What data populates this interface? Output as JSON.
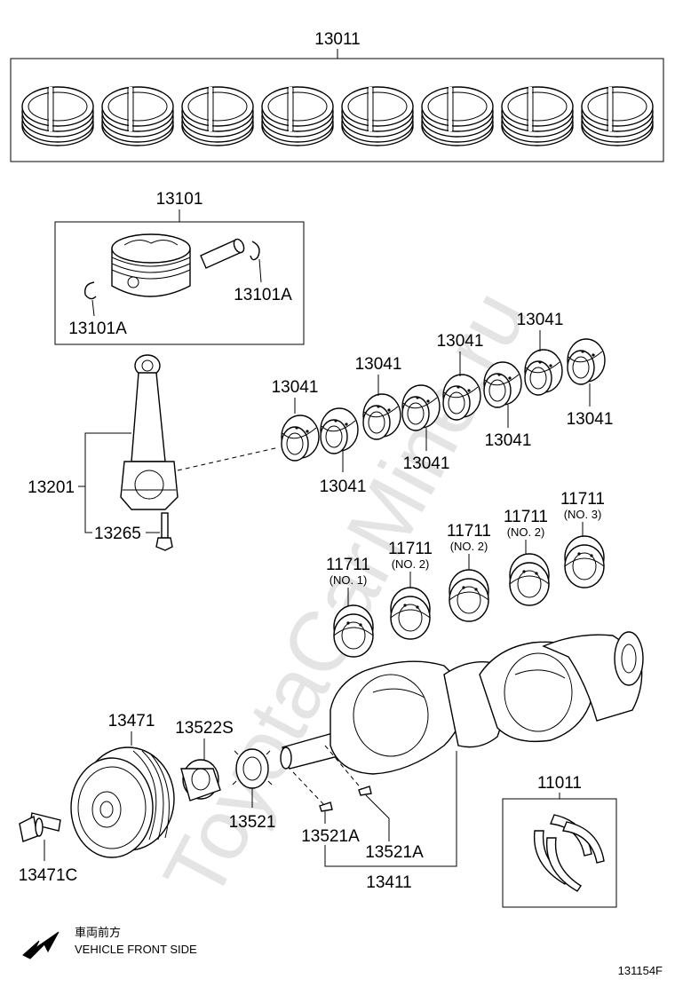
{
  "watermark": "ToyotaCarMine.ru",
  "parts": {
    "piston_ring_set": "13011",
    "piston_sub_assy": "13101",
    "snap_ring_right": "13101A",
    "snap_ring_left": "13101A",
    "connecting_rod": "13201",
    "rod_bolt": "13265",
    "rod_bearing_1": "13041",
    "rod_bearing_2": "13041",
    "rod_bearing_3": "13041",
    "rod_bearing_4": "13041",
    "rod_bearing_5": "13041",
    "rod_bearing_6": "13041",
    "rod_bearing_7": "13041",
    "rod_bearing_8": "13041",
    "main_bearing_1": {
      "code": "11711",
      "note": "(NO. 1)"
    },
    "main_bearing_2": {
      "code": "11711",
      "note": "(NO. 2)"
    },
    "main_bearing_3": {
      "code": "11711",
      "note": "(NO. 2)"
    },
    "main_bearing_4": {
      "code": "11711",
      "note": "(NO. 2)"
    },
    "main_bearing_5": {
      "code": "11711",
      "note": "(NO. 3)"
    },
    "crank_pulley": "13471",
    "pulley_bolt": "13471C",
    "crank_sprocket_s": "13522S",
    "crank_sprocket": "13521",
    "key_a1": "13521A",
    "key_a2": "13521A",
    "crankshaft": "13411",
    "thrust_washer": "11011"
  },
  "direction": {
    "jp": "車両前方",
    "en": "VEHICLE FRONT SIDE"
  },
  "figure_code": "131154F"
}
